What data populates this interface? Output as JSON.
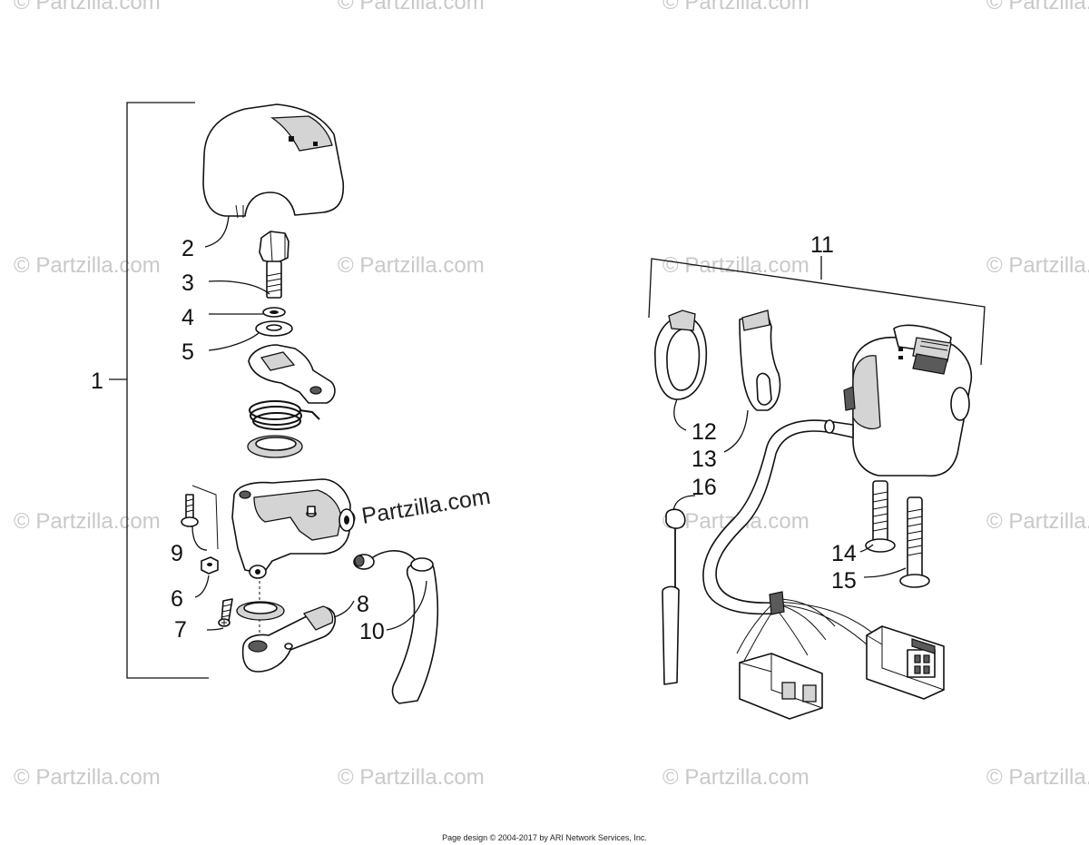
{
  "watermark_text": "© Partzilla.com",
  "center_watermark_text": "© Partzilla.com",
  "callouts": [
    "1",
    "2",
    "3",
    "4",
    "5",
    "6",
    "7",
    "8",
    "9",
    "10",
    "11",
    "12",
    "13",
    "14",
    "15",
    "16"
  ],
  "footer_text": "Page design © 2004-2017 by ARI Network Services, Inc."
}
